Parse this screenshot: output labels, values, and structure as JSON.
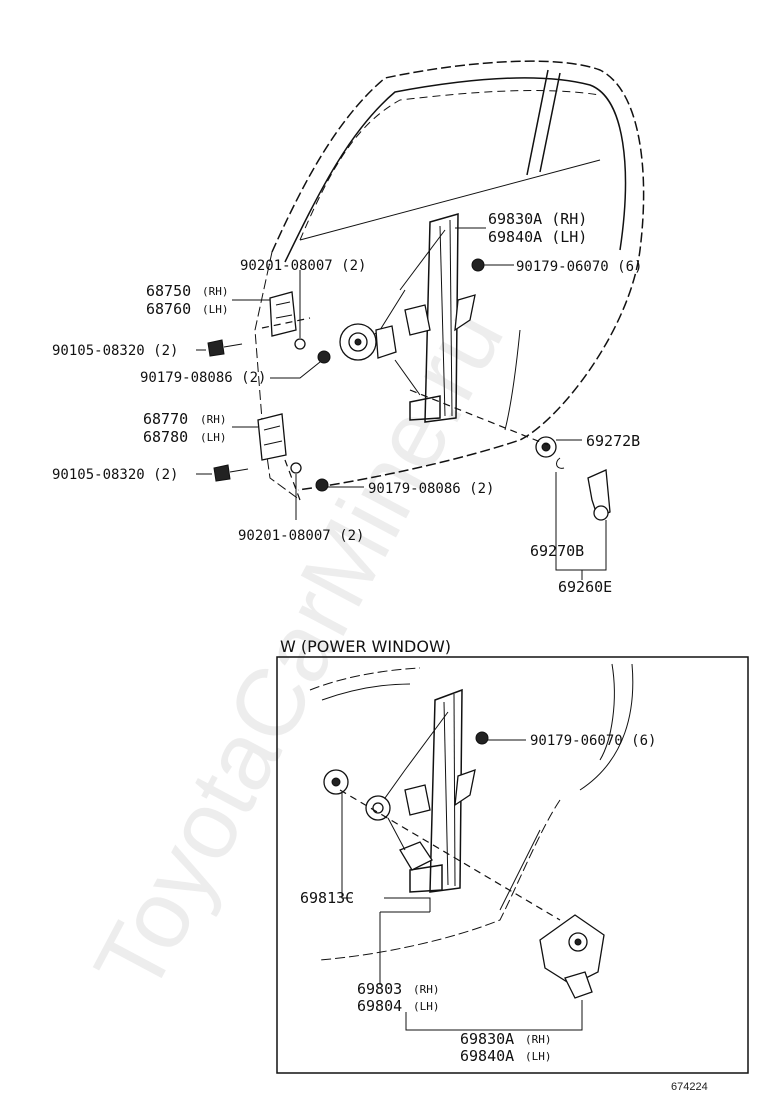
{
  "watermark": "ToyotaCarMine.ru",
  "main_diagram": {
    "labels": {
      "regulator_rh": "69830A (RH)",
      "regulator_lh": "69840A (LH)",
      "nut_upper": "90179-06070 (6)",
      "washer_upper": "90201-08007 (2)",
      "upper_hinge_rh": "68750",
      "upper_hinge_rh_tag": "(RH)",
      "upper_hinge_lh": "68760",
      "upper_hinge_lh_tag": "(LH)",
      "bolt_upper": "90105-08320 (2)",
      "nut_mid": "90179-08086 (2)",
      "lower_hinge_rh": "68770",
      "lower_hinge_rh_tag": "(RH)",
      "lower_hinge_lh": "68780",
      "lower_hinge_lh_tag": "(LH)",
      "bolt_lower": "90105-08320 (2)",
      "nut_lower": "90179-08086 (2)",
      "washer_lower": "90201-08007 (2)",
      "plate": "69272B",
      "handle_clip": "69270B",
      "handle_assy": "69260E"
    }
  },
  "power_window": {
    "title": "W (POWER WINDOW)",
    "labels": {
      "nut": "90179-06070 (6)",
      "cushion": "69813C",
      "regulator_sub_rh": "69803",
      "regulator_sub_rh_tag": "(RH)",
      "regulator_sub_lh": "69804",
      "regulator_sub_lh_tag": "(LH)",
      "regulator_rh": "69830A",
      "regulator_rh_tag": "(RH)",
      "regulator_lh": "69840A",
      "regulator_lh_tag": "(LH)"
    }
  },
  "catalog_number": "674224"
}
